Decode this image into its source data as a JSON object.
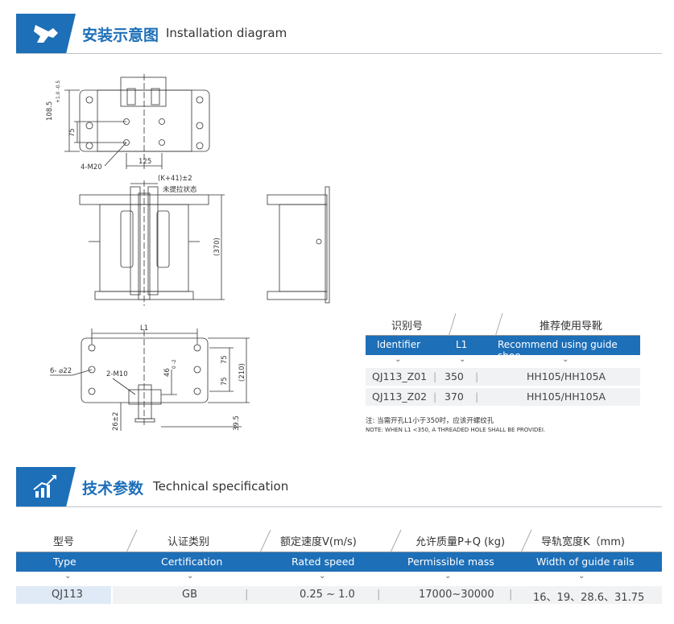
{
  "installation": {
    "title_cn": "安装示意图",
    "title_en": "Installation diagram",
    "icon": "crane-icon"
  },
  "drawing_labels": {
    "dim_top_height": "108.5",
    "dim_tolerance": "+1.0 -0.5",
    "dim_75_top": "75",
    "holes_top": "4-M20",
    "dim_125": "125",
    "k_formula": "(K+41)±2",
    "not_pulled": "未提拉状态",
    "dim_370": "(370)",
    "dim_l1": "L1",
    "holes_bottom": "6- ⌀22",
    "m10": "2-M10",
    "dim_46": "46",
    "dim_46_tol": "0 -2",
    "dim_75_a": "75",
    "dim_75_b": "75",
    "dim_210": "(210)",
    "dim_26": "26±2",
    "dim_39": "39.5"
  },
  "identifier_table": {
    "headers_cn": [
      "识别号",
      "",
      "推荐使用导靴"
    ],
    "headers_en": [
      "Identifier",
      "L1",
      "Recommend using guide shoe"
    ],
    "rows": [
      {
        "id": "QJ113_Z01",
        "l1": "350",
        "shoe": "HH105/HH105A"
      },
      {
        "id": "QJ113_Z02",
        "l1": "370",
        "shoe": "HH105/HH105A"
      }
    ]
  },
  "note": {
    "cn": "注: 当需开孔L1小于350时，应该开螺纹孔",
    "en": "NOTE: WHEN L1 <350, A THREADED HOLE SHALL BE PROVIDEI."
  },
  "technical": {
    "title_cn": "技术参数",
    "title_en": "Technical specification",
    "icon": "chart-growth-icon"
  },
  "spec_table": {
    "headers_cn": [
      "型号",
      "认证类别",
      "额定速度V(m/s)",
      "允许质量P+Q (kg)",
      "导轨宽度K（mm)"
    ],
    "headers_en": [
      "Type",
      "Certification",
      "Rated speed",
      "Permissible mass",
      "Width of guide rails"
    ],
    "row": [
      "QJ113",
      "GB",
      "0.25 ~ 1.0",
      "17000~30000",
      "16、19、28.6、31.75"
    ]
  },
  "colors": {
    "accent": "#1d6fb8",
    "row_bg": "#f1f2f3",
    "type_bg": "#dfeaf6"
  }
}
